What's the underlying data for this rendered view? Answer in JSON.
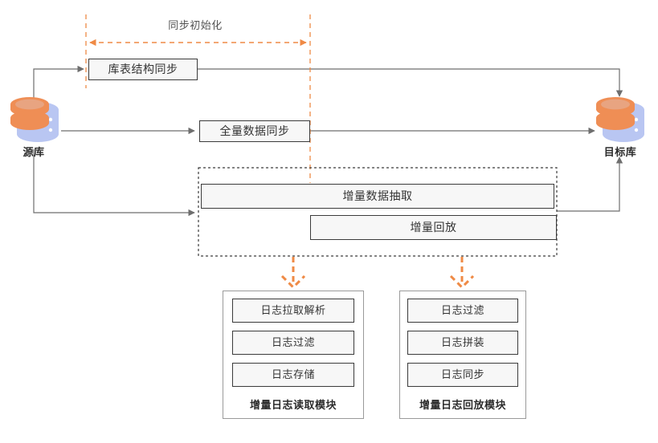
{
  "diagram": {
    "title_phase": "同步初始化",
    "nodes": {
      "source_db": {
        "label": "源库",
        "icon": "database-icon"
      },
      "target_db": {
        "label": "目标库",
        "icon": "database-icon"
      }
    },
    "process_boxes": [
      {
        "id": "schema-sync",
        "label": "库表结构同步"
      },
      {
        "id": "full-data-sync",
        "label": "全量数据同步"
      },
      {
        "id": "incremental-extract",
        "label": "增量数据抽取"
      },
      {
        "id": "incremental-replay",
        "label": "增量回放"
      }
    ],
    "modules": [
      {
        "id": "log-read-module",
        "title": "增量日志读取模块",
        "items": [
          "日志拉取解析",
          "日志过滤",
          "日志存储"
        ]
      },
      {
        "id": "log-replay-module",
        "title": "增量日志回放模块",
        "items": [
          "日志过滤",
          "日志拼装",
          "日志同步"
        ]
      }
    ],
    "colors": {
      "accent_orange": "#ef8a45",
      "box_fill": "#f7f7f7",
      "box_border": "#3b3b3b",
      "line_gray": "#6e6e6e",
      "frame_gray": "#9a9a9a",
      "db_orange": "#ef8e55",
      "db_blue": "#b9c6f2"
    }
  }
}
